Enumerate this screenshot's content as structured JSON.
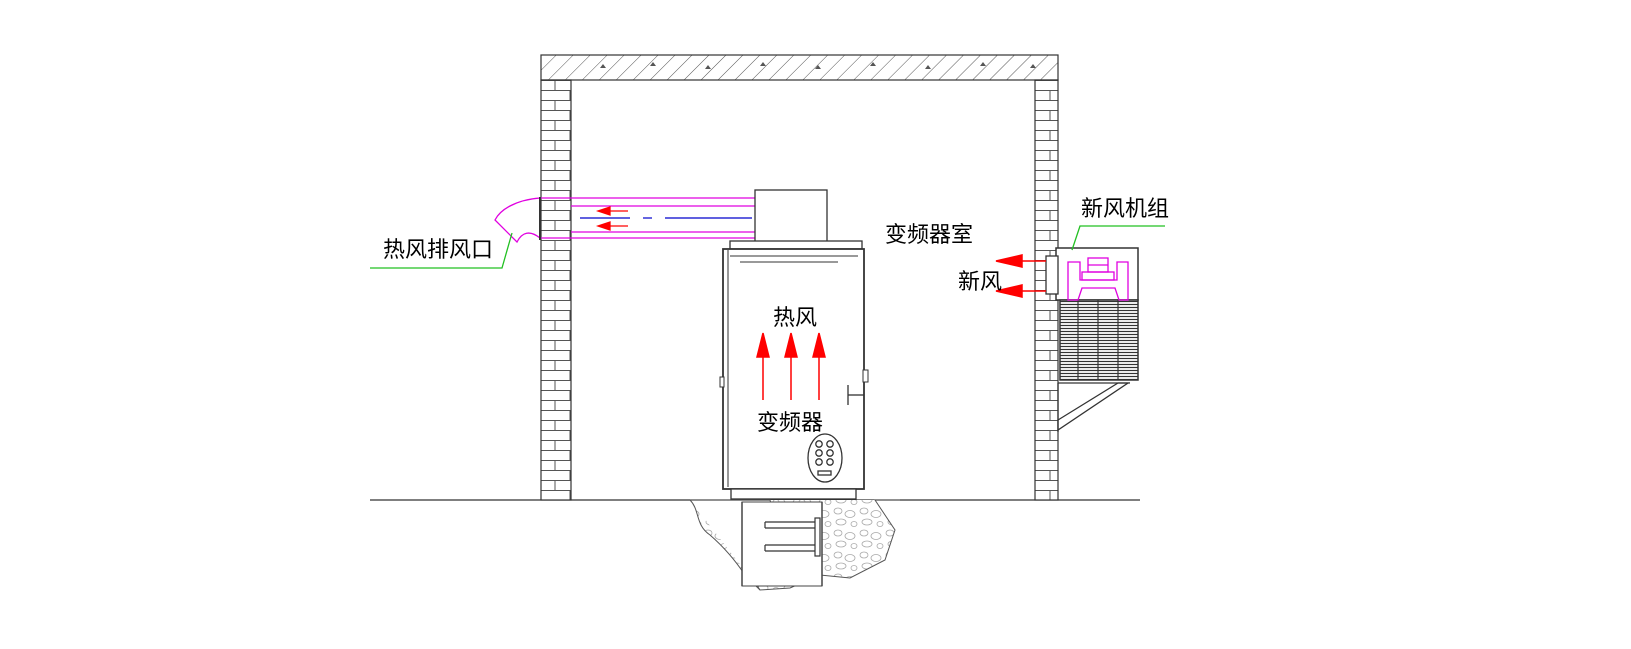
{
  "labels": {
    "hot_air_exhaust": "热风排风口",
    "inverter_room": "变频器室",
    "fresh_air_unit": "新风机组",
    "fresh_air": "新风",
    "hot_air": "热风",
    "inverter": "变频器"
  },
  "colors": {
    "line": "#333333",
    "leader": "#22c022",
    "duct": "#e000e0",
    "arrow": "#ff0000",
    "centerline": "#0000cc"
  }
}
